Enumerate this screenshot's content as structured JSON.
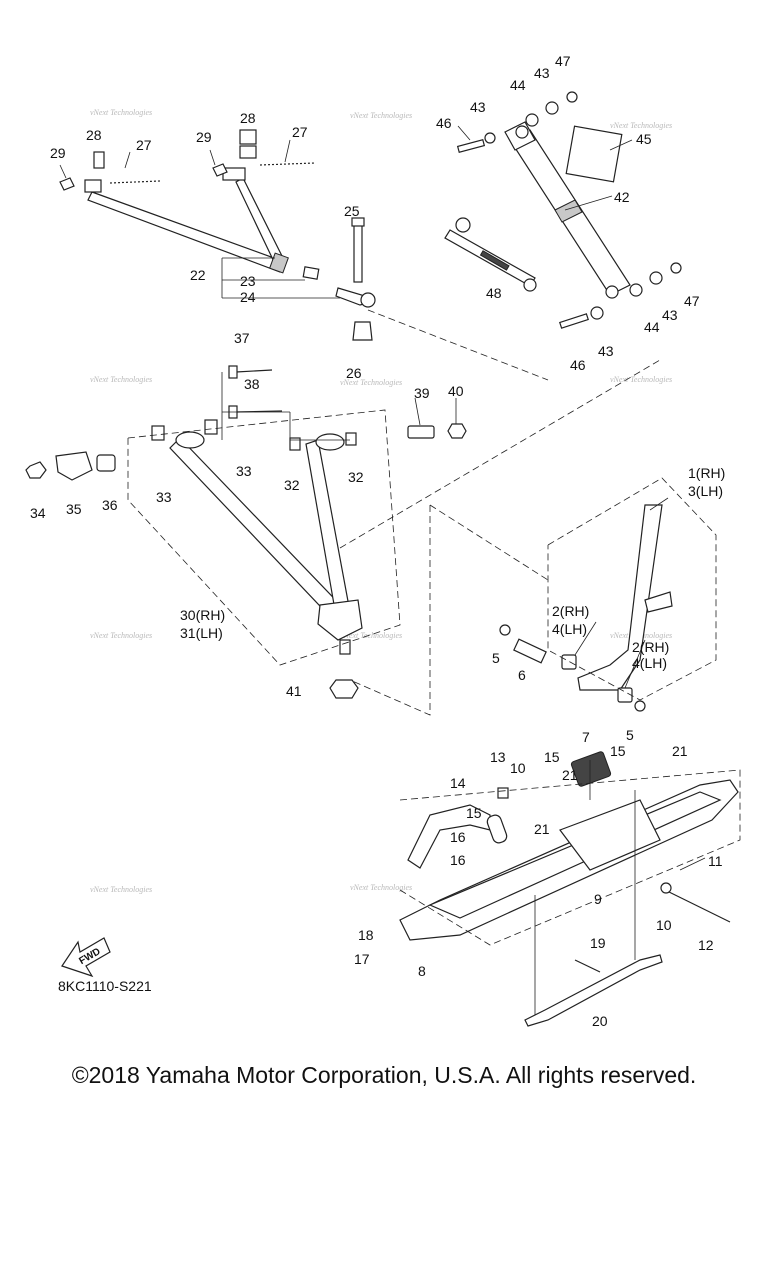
{
  "diagram": {
    "callouts": {
      "c1": "1(RH)",
      "c3": "3(LH)",
      "c2a": "2(RH)",
      "c4a": "4(LH)",
      "c2b": "2(RH)",
      "c4b": "4(LH)",
      "c5a": "5",
      "c5b": "5",
      "c6": "6",
      "c7": "7",
      "c8": "8",
      "c9": "9",
      "c10a": "10",
      "c10b": "10",
      "c11": "11",
      "c12": "12",
      "c13": "13",
      "c14": "14",
      "c15a": "15",
      "c15b": "15",
      "c15c": "15",
      "c16a": "16",
      "c16b": "16",
      "c17": "17",
      "c18": "18",
      "c19": "19",
      "c20": "20",
      "c21a": "21",
      "c21b": "21",
      "c21c": "21",
      "c22": "22",
      "c23": "23",
      "c24": "24",
      "c25": "25",
      "c26": "26",
      "c27a": "27",
      "c27b": "27",
      "c28a": "28",
      "c28b": "28",
      "c29a": "29",
      "c29b": "29",
      "c30": "30(RH)",
      "c31": "31(LH)",
      "c32a": "32",
      "c32b": "32",
      "c33a": "33",
      "c33b": "33",
      "c34": "34",
      "c35": "35",
      "c36": "36",
      "c37": "37",
      "c38": "38",
      "c39": "39",
      "c40": "40",
      "c41": "41",
      "c42": "42",
      "c43a": "43",
      "c43b": "43",
      "c43c": "43",
      "c43d": "43",
      "c44a": "44",
      "c44b": "44",
      "c45": "45",
      "c46a": "46",
      "c46b": "46",
      "c47a": "47",
      "c47b": "47",
      "c48": "48"
    },
    "fwd_label": "FWD",
    "watermark": "vNext Technologies",
    "reference_code": "8KC1110-S221"
  },
  "footer": {
    "copyright": "©2018 Yamaha Motor Corporation, U.S.A. All rights reserved."
  }
}
